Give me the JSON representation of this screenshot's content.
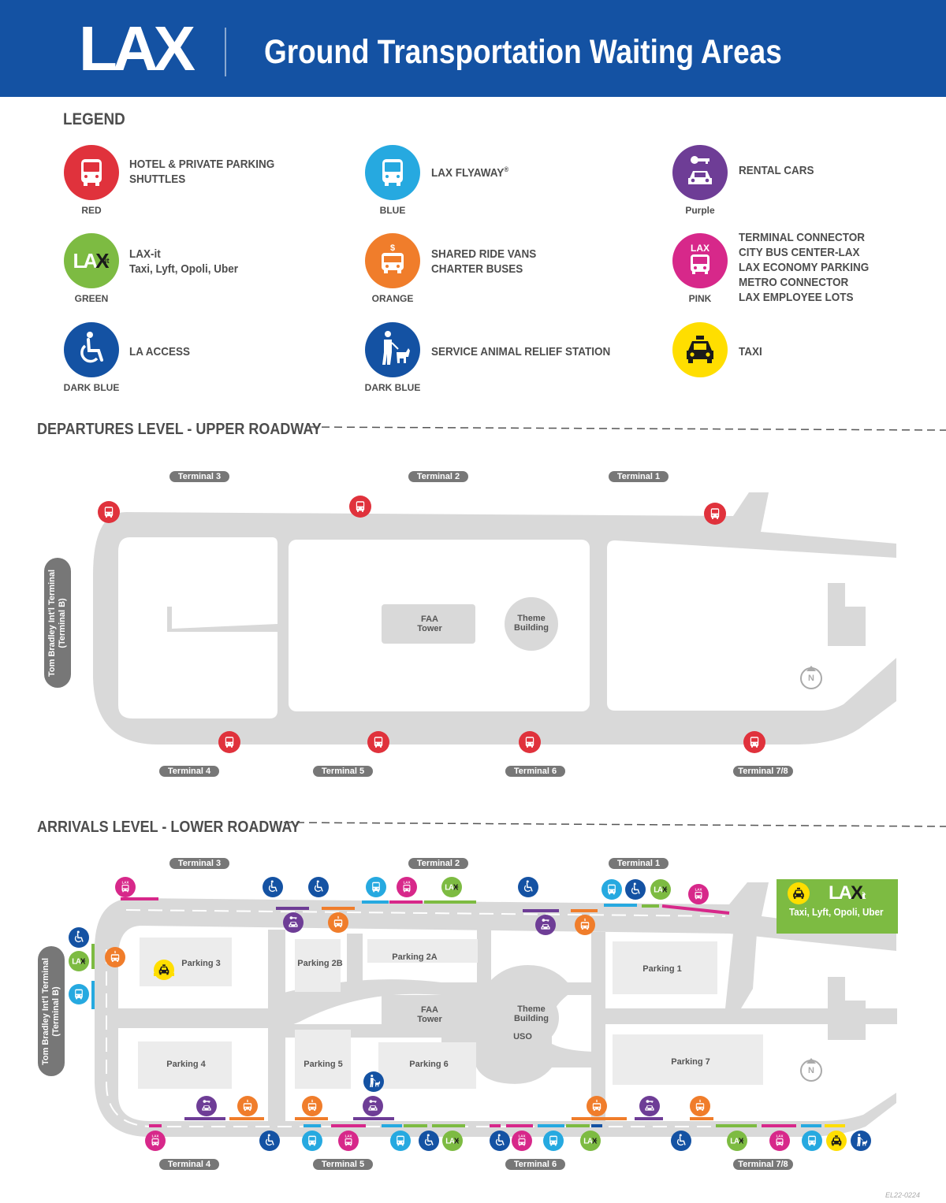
{
  "header": {
    "logo": "LAX",
    "title": "Ground Transportation Waiting Areas",
    "background": "#1452a3"
  },
  "legend": {
    "heading": "LEGEND",
    "items": [
      {
        "icon": "shuttle-bus-icon",
        "color": "#e0323c",
        "color_name": "RED",
        "lines": [
          "HOTEL & PRIVATE PARKING",
          "SHUTTLES"
        ]
      },
      {
        "icon": "flyaway-bus-icon",
        "color": "#26a9e0",
        "color_name": "BLUE",
        "lines": [
          "LAX FLYAWAY®"
        ]
      },
      {
        "icon": "rental-car-key-icon",
        "color": "#6e3d96",
        "color_name": "Purple",
        "lines": [
          "RENTAL CARS"
        ]
      },
      {
        "icon": "lax-it-icon",
        "color": "#7dbb42",
        "color_name": "GREEN",
        "lines": [
          "LAX-it",
          "Taxi, Lyft, Opoli, Uber"
        ]
      },
      {
        "icon": "shared-ride-van-icon",
        "color": "#f07d2b",
        "color_name": "ORANGE",
        "lines": [
          "SHARED RIDE VANS",
          "CHARTER BUSES"
        ]
      },
      {
        "icon": "lax-connector-bus-icon",
        "color": "#d7288a",
        "color_name": "PINK",
        "lines": [
          "TERMINAL CONNECTOR",
          "CITY BUS CENTER-LAX",
          "LAX ECONOMY PARKING",
          "METRO CONNECTOR",
          "LAX EMPLOYEE LOTS"
        ]
      },
      {
        "icon": "wheelchair-icon",
        "color": "#1452a3",
        "color_name": "DARK BLUE",
        "lines": [
          "LA ACCESS"
        ]
      },
      {
        "icon": "service-animal-icon",
        "color": "#1452a3",
        "color_name": "DARK BLUE",
        "lines": [
          "SERVICE ANIMAL RELIEF STATION"
        ]
      },
      {
        "icon": "taxi-icon",
        "color": "#ffde00",
        "color_name": "",
        "lines": [
          "TAXI"
        ]
      }
    ]
  },
  "departures": {
    "title": "DEPARTURES LEVEL - UPPER ROADWAY",
    "terminals_top": [
      "Terminal 3",
      "Terminal 2",
      "Terminal 1"
    ],
    "terminals_bottom": [
      "Terminal 4",
      "Terminal 5",
      "Terminal 6",
      "Terminal 7/8"
    ],
    "side_terminal": [
      "Tom Bradley Int'l Terminal",
      "(Terminal B)"
    ],
    "buildings": {
      "faa": [
        "FAA",
        "Tower"
      ],
      "theme": [
        "Theme",
        "Building"
      ]
    },
    "north": "N"
  },
  "arrivals": {
    "title": "ARRIVALS LEVEL - LOWER ROADWAY",
    "terminals_top": [
      "Terminal 3",
      "Terminal 2",
      "Terminal 1"
    ],
    "terminals_bottom": [
      "Terminal 4",
      "Terminal 5",
      "Terminal 6",
      "Terminal 7/8"
    ],
    "side_terminal": [
      "Tom Bradley Int'l Terminal",
      "(Terminal B)"
    ],
    "parking": [
      "Parking 3",
      "Parking 2B",
      "Parking 2A",
      "Parking 1",
      "Parking 4",
      "Parking 5",
      "Parking 6",
      "Parking 7"
    ],
    "buildings": {
      "faa": [
        "FAA",
        "Tower"
      ],
      "theme": [
        "Theme",
        "Building"
      ],
      "uso": "USO"
    },
    "laxit_box": {
      "logo_a": "LA",
      "logo_b": "X",
      "logo_c": "it",
      "text": "Taxi, Lyft, Opoli, Uber"
    },
    "north": "N"
  },
  "footer_code": "EL22-0224"
}
